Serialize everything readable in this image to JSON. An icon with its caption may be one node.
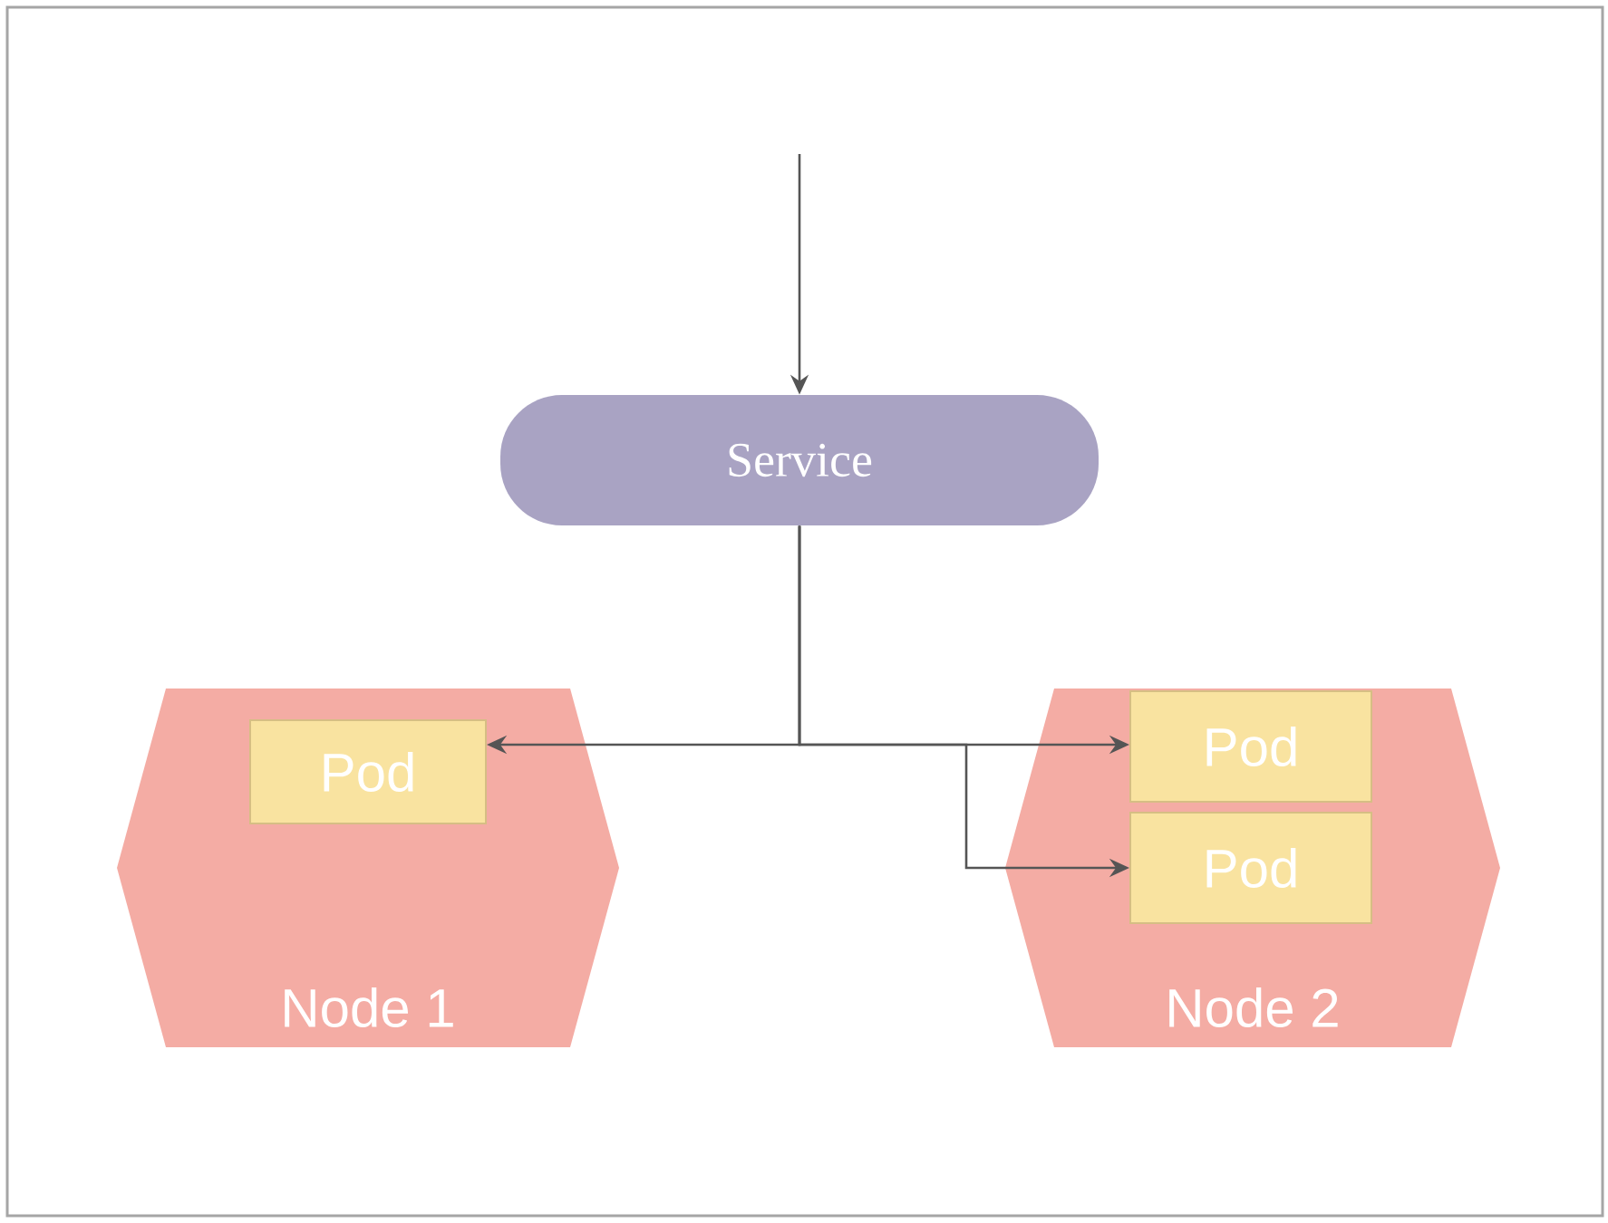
{
  "diagram": {
    "nodes": [
      {
        "text": [
          "Service"
        ]
      },
      {
        "text": [
          "Node 1"
        ]
      },
      {
        "text": [
          "Pod"
        ],
        "in": 1
      },
      {
        "text": [
          "Node 2"
        ]
      },
      {
        "text": [
          "Pod"
        ],
        "in": 3
      },
      {
        "text": [
          "Pod"
        ],
        "in": 3
      }
    ],
    "edges": [
      {
        "from": null,
        "to": 0,
        "arrow": "to"
      },
      {
        "from": 0,
        "to": 2,
        "arrow": "to"
      },
      {
        "from": 0,
        "to": 4,
        "arrow": "to"
      },
      {
        "from": 0,
        "to": 5,
        "arrow": "to"
      }
    ]
  }
}
